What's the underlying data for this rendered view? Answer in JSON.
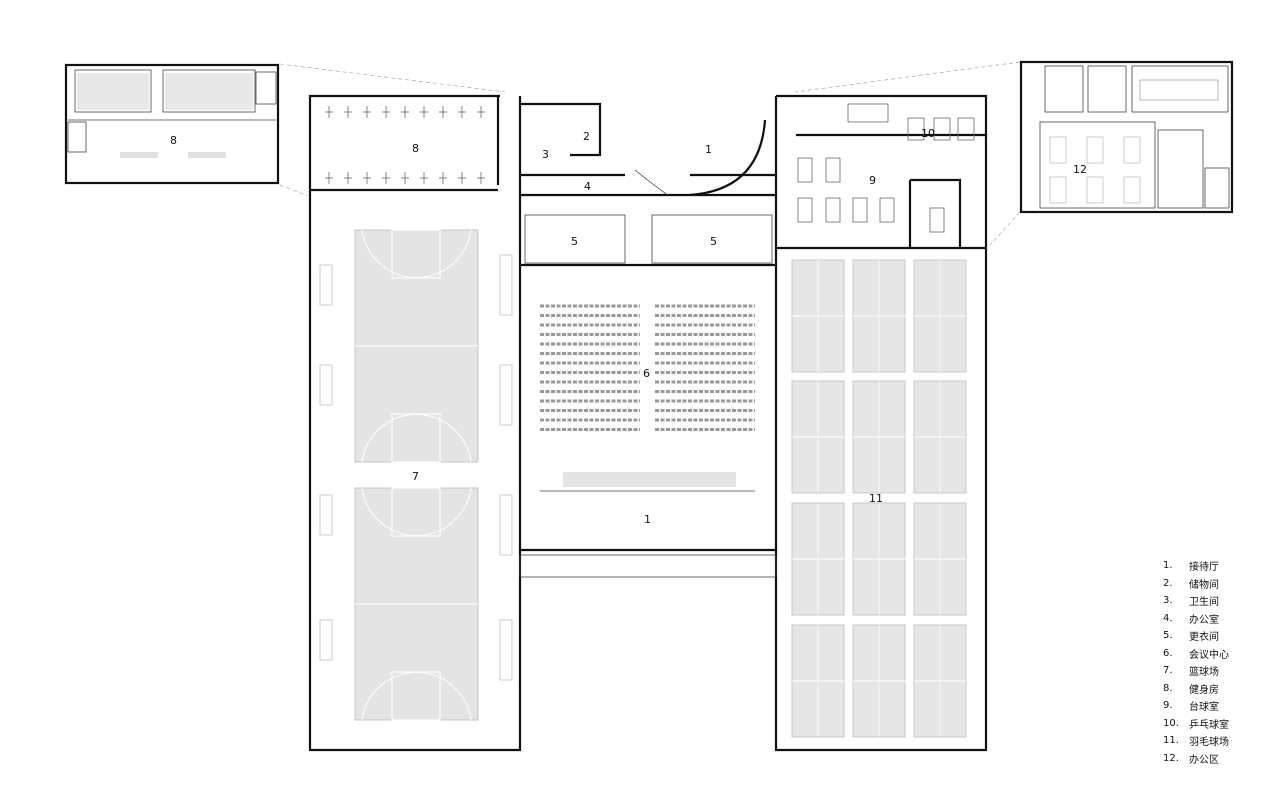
{
  "rooms": {
    "r1a": "1",
    "r1b": "1",
    "r2": "2",
    "r3": "3",
    "r4": "4",
    "r5a": "5",
    "r5b": "5",
    "r6": "6",
    "r7": "7",
    "r8a": "8",
    "r8b": "8",
    "r9": "9",
    "r10": "10",
    "r11": "11",
    "r12": "12"
  },
  "legend": [
    {
      "num": "1.",
      "label": "接待厅"
    },
    {
      "num": "2.",
      "label": "储物间"
    },
    {
      "num": "3.",
      "label": "卫生间"
    },
    {
      "num": "4.",
      "label": "办公室"
    },
    {
      "num": "5.",
      "label": "更衣间"
    },
    {
      "num": "6.",
      "label": "会议中心"
    },
    {
      "num": "7.",
      "label": "篮球场"
    },
    {
      "num": "8.",
      "label": "健身房"
    },
    {
      "num": "9.",
      "label": "台球室"
    },
    {
      "num": "10.",
      "label": "乒乓球室"
    },
    {
      "num": "11.",
      "label": "羽毛球场"
    },
    {
      "num": "12.",
      "label": "办公区"
    }
  ],
  "colors": {
    "wall": "#111111",
    "court": "#e4e4e4"
  }
}
